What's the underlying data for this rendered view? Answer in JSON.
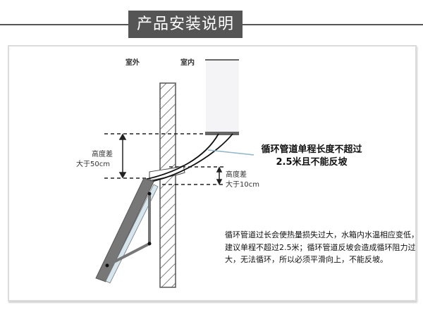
{
  "header": {
    "title": "产品安装说明"
  },
  "diagram": {
    "labels": {
      "outdoor": "室外",
      "indoor": "室内",
      "height_diff_large_line1": "高度差",
      "height_diff_large_line2": "大于50cm",
      "height_diff_small_line1": "高度差",
      "height_diff_small_line2": "大于10cm"
    },
    "callout": {
      "line1": "循环管道单程长度不超过",
      "line2": "2.5米且不能反坡"
    },
    "description": "循环管道过长会使热量损失过大，水箱内水温相应变低，建议单程不超过2.5米；循环管道反坡会造成循环阻力过大，无法循环，所以必须平滑向上，不能反坡。",
    "colors": {
      "title_bg": "#555555",
      "panel": "#777777",
      "panel_glass": "#d6e6ee",
      "wall_hatch": "#555555",
      "callout_line": "#8fb6c9"
    }
  }
}
